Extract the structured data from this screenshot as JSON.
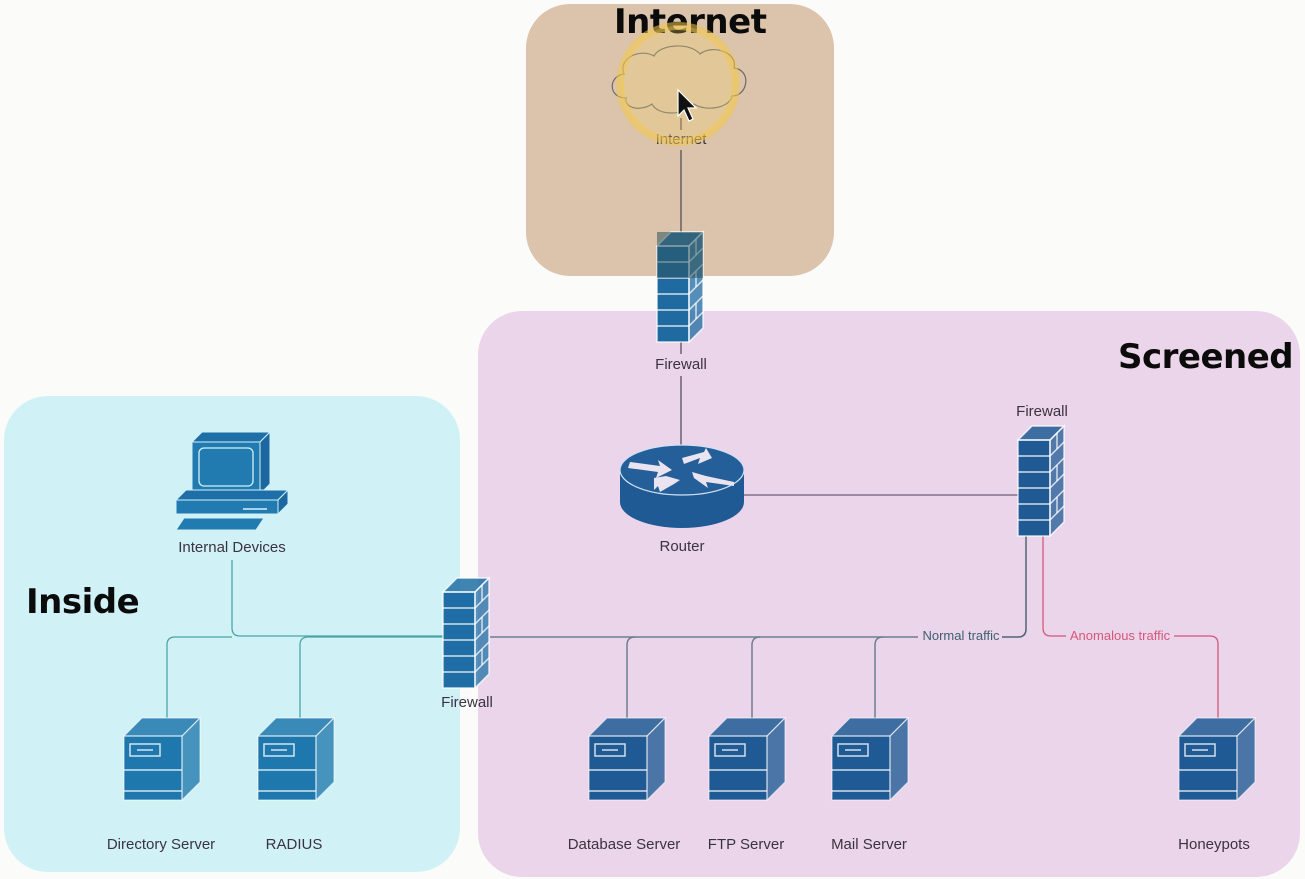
{
  "zones": {
    "internet": {
      "title": "Internet",
      "color": "#dcc3ab"
    },
    "screened": {
      "title": "Screened",
      "color": "#ebd5ea"
    },
    "inside": {
      "title": "Inside",
      "color": "#d0f2f7"
    }
  },
  "nodes": {
    "internet_cloud": {
      "label": "Internet",
      "type": "cloud"
    },
    "firewall_top": {
      "label": "Firewall",
      "type": "firewall"
    },
    "router": {
      "label": "Router",
      "type": "router"
    },
    "firewall_right": {
      "label": "Firewall",
      "type": "firewall"
    },
    "firewall_inside": {
      "label": "Firewall",
      "type": "firewall"
    },
    "internal_devices": {
      "label": "Internal Devices",
      "type": "workstation"
    },
    "directory_server": {
      "label": "Directory Server",
      "type": "server"
    },
    "radius": {
      "label": "RADIUS",
      "type": "server"
    },
    "database_server": {
      "label": "Database Server",
      "type": "server"
    },
    "ftp_server": {
      "label": "FTP Server",
      "type": "server"
    },
    "mail_server": {
      "label": "Mail Server",
      "type": "server"
    },
    "honeypots": {
      "label": "Honeypots",
      "type": "server"
    }
  },
  "edges": {
    "normal_traffic": {
      "label": "Normal traffic",
      "color": "#3f5f70"
    },
    "anomalous_traffic": {
      "label": "Anomalous traffic",
      "color": "#d4587a"
    }
  },
  "colors": {
    "device_blue": "#1f5a94",
    "device_teal": "#217bb0",
    "inside_line": "#4aa5a6",
    "screen_line": "#6b6477",
    "cursor_highlight": "#f2c94c"
  }
}
